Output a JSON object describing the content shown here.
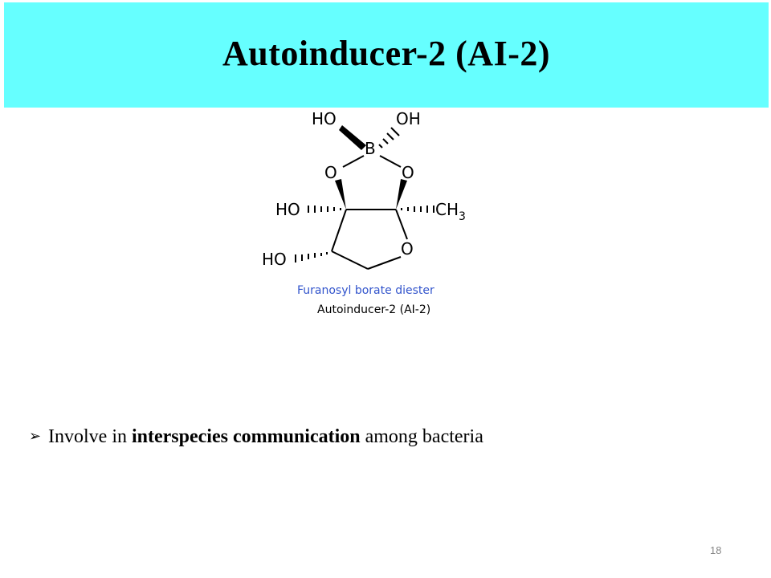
{
  "slide": {
    "title": "Autoinducer-2 (AI-2)",
    "page_number": "18",
    "colors": {
      "title_bar": "#66ffff",
      "caption_blue": "#3355cc"
    }
  },
  "structure": {
    "atoms": {
      "ho_top_left": "HO",
      "oh_top_right": "OH",
      "boron": "B",
      "o_ring_left": "O",
      "o_ring_right": "O",
      "ho_mid": "HO",
      "ch3_c": "CH",
      "ch3_sub": "3",
      "o_furan": "O",
      "ho_bottom": "HO"
    },
    "caption_line1": "Furanosyl borate diester",
    "caption_line2": "Autoinducer-2 (AI-2)"
  },
  "bullet": {
    "marker": "➢",
    "text_before": "Involve in ",
    "text_bold": "interspecies communication",
    "text_after": " among bacteria"
  }
}
